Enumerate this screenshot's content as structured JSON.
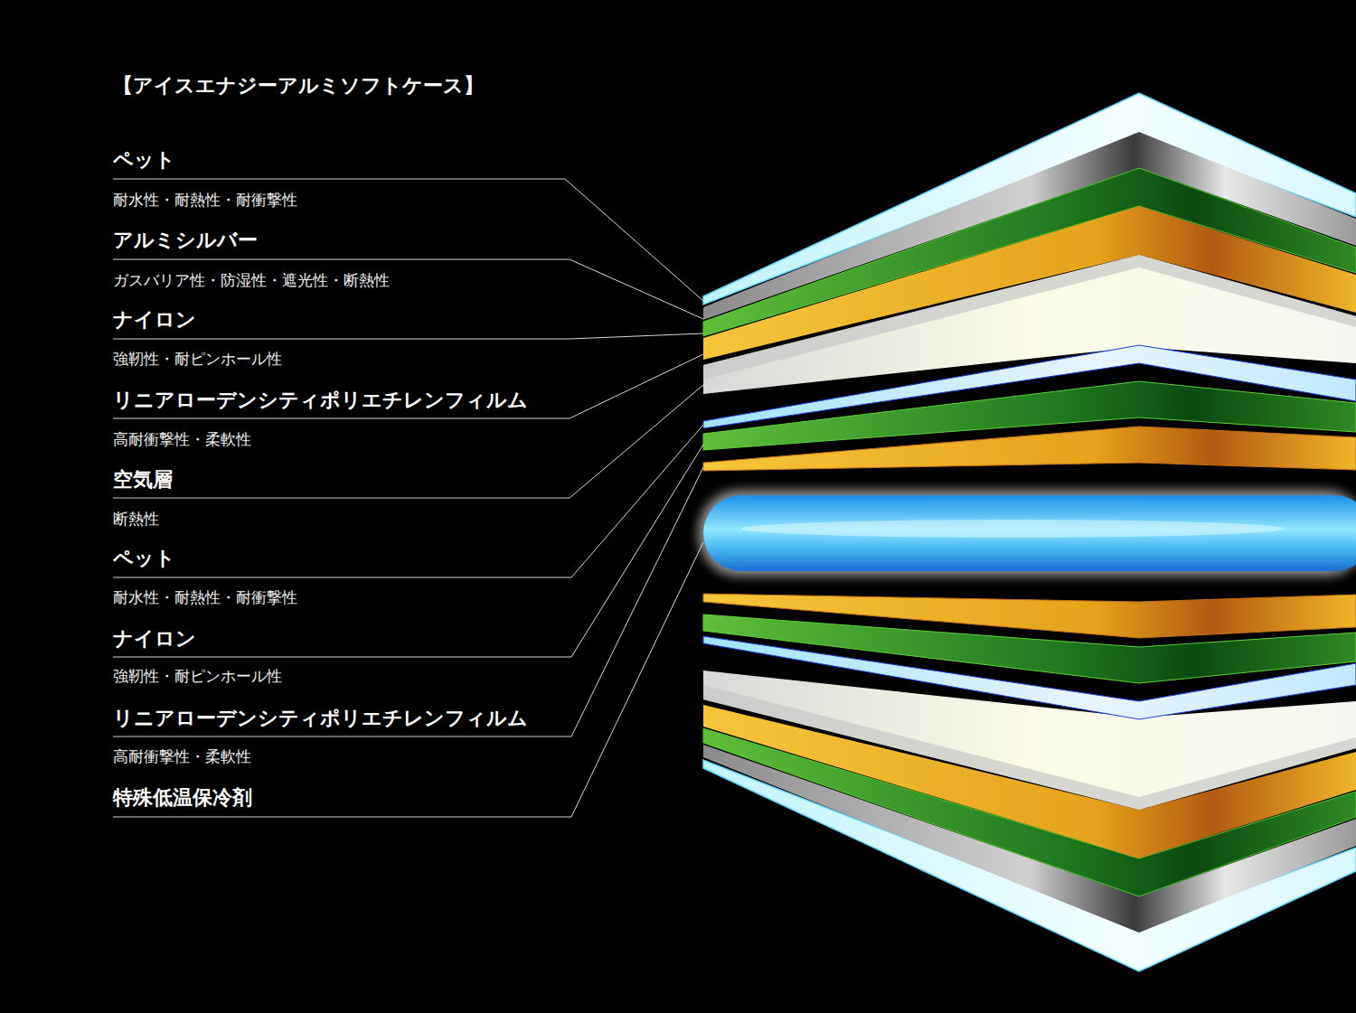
{
  "diagram": {
    "title": "【アイスエナジーアルミソフトケース】",
    "labels": [
      "ペット",
      "耐水性・耐熱性・耐衝撃性",
      "アルミシルバー",
      "ガスバリア性・防湿性・遮光性・断熱性",
      "ナイロン",
      "強靭性・耐ピンホール性",
      "リニアローデンシティポリエチレンフィルム",
      "高耐衝撃性・柔軟性",
      "空気層",
      "断熱性",
      "ペット",
      "耐水性・耐熱性・耐衝撃性",
      "ナイロン",
      "強靭性・耐ピンホール性",
      "リニアローデンシティポリエチレンフィルム",
      "高耐衝撃性・柔軟性",
      "特殊低温保冷剤"
    ]
  }
}
